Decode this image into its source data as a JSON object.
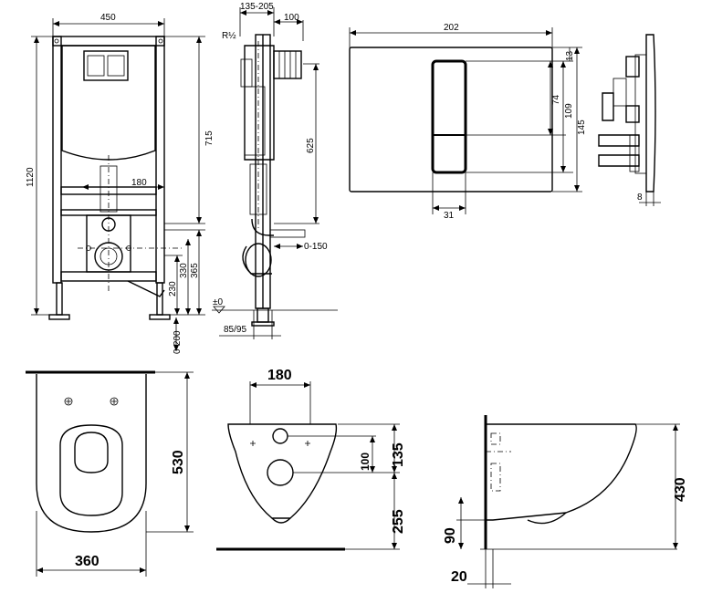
{
  "frame_front": {
    "width": "450",
    "height": "1120",
    "d715": "715",
    "d180": "180",
    "d365": "365",
    "d330": "330",
    "d230": "230",
    "d0_200": "0-200"
  },
  "frame_side": {
    "depth": "135-205",
    "d100": "100",
    "thread": "R½",
    "d625": "625",
    "d0_150": "0-150",
    "d85_95": "85/95",
    "zero": "±0"
  },
  "plate_front": {
    "width": "202",
    "d13": "13",
    "d74": "74",
    "d109": "109",
    "d145": "145",
    "d31": "31"
  },
  "plate_side": {
    "d8": "8"
  },
  "bowl_top": {
    "length": "530",
    "width": "360"
  },
  "bowl_front": {
    "d180": "180",
    "d100": "100",
    "d135": "135",
    "d255": "255"
  },
  "bowl_side": {
    "d430": "430",
    "d90": "90",
    "d20": "20"
  }
}
